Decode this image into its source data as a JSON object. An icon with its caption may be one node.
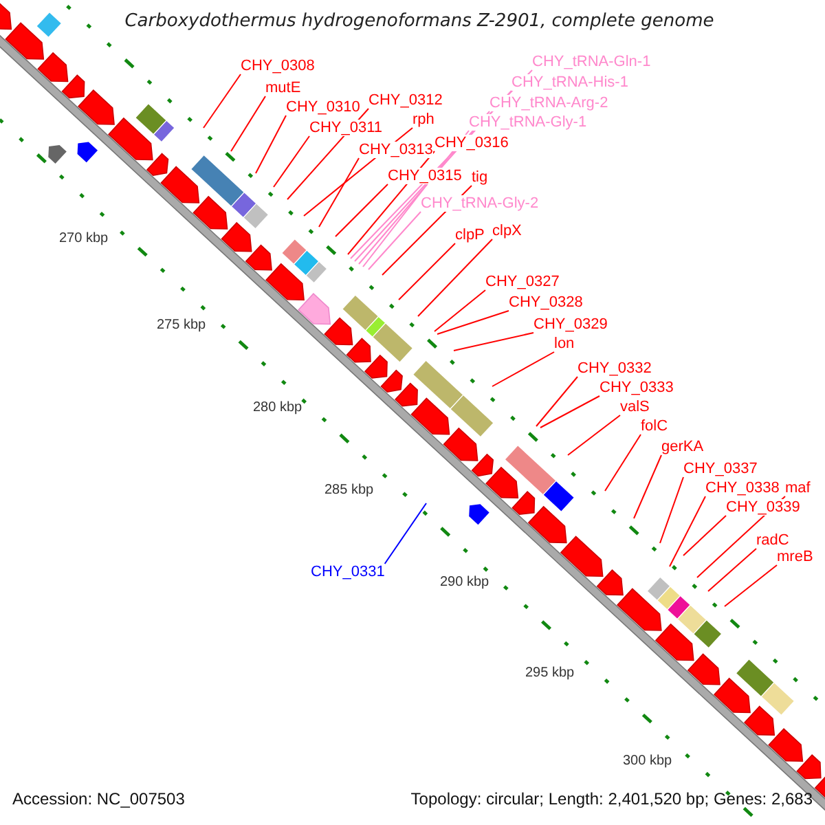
{
  "diagram": {
    "title": "Carboxydothermus hydrogenoformans Z-2901, complete genome",
    "nodes": [
      {
        "text": [
          "CHY_tRNA-Gln-1"
        ]
      },
      {
        "text": [
          "CHY_0308"
        ]
      },
      {
        "text": [
          "CHY_tRNA-His-1"
        ]
      },
      {
        "text": [
          "mutE"
        ]
      },
      {
        "text": [
          "CHY_0312"
        ]
      },
      {
        "text": [
          "CHY_tRNA-Arg-2"
        ]
      },
      {
        "text": [
          "CHY_0310"
        ]
      },
      {
        "text": [
          "rph"
        ]
      },
      {
        "text": [
          "CHY_tRNA-Gly-1"
        ]
      },
      {
        "text": [
          "CHY_0311"
        ]
      },
      {
        "text": [
          "CHY_0316"
        ]
      },
      {
        "text": [
          "CHY_0313"
        ]
      },
      {
        "text": [
          "CHY_0315"
        ]
      },
      {
        "text": [
          "tig"
        ]
      },
      {
        "text": [
          "CHY_tRNA-Gly-2"
        ]
      },
      {
        "text": [
          "clpX"
        ]
      },
      {
        "text": [
          "clpP"
        ]
      },
      {
        "text": [
          "CHY_0327"
        ]
      },
      {
        "text": [
          "CHY_0328"
        ]
      },
      {
        "text": [
          "CHY_0329"
        ]
      },
      {
        "text": [
          "lon"
        ]
      },
      {
        "text": [
          "CHY_0332"
        ]
      },
      {
        "text": [
          "CHY_0333"
        ]
      },
      {
        "text": [
          "valS"
        ]
      },
      {
        "text": [
          "folC"
        ]
      },
      {
        "text": [
          "gerKA"
        ]
      },
      {
        "text": [
          "CHY_0337"
        ]
      },
      {
        "text": [
          "CHY_0338"
        ]
      },
      {
        "text": [
          "maf"
        ]
      },
      {
        "text": [
          "CHY_0339"
        ]
      },
      {
        "text": [
          "radC"
        ]
      },
      {
        "text": [
          "mreB"
        ]
      },
      {
        "text": [
          "CHY_0331"
        ]
      }
    ],
    "edges": [
      {
        "from": 0,
        "to": null,
        "arrow": "none",
        "color": "#ff88cc"
      },
      {
        "from": 1,
        "to": null,
        "arrow": "none"
      },
      {
        "from": 2,
        "to": null,
        "arrow": "none",
        "color": "#ff88cc"
      },
      {
        "from": 3,
        "to": null,
        "arrow": "none"
      },
      {
        "from": 4,
        "to": null,
        "arrow": "none"
      },
      {
        "from": 5,
        "to": null,
        "arrow": "none",
        "color": "#ff88cc"
      },
      {
        "from": 6,
        "to": null,
        "arrow": "none"
      },
      {
        "from": 7,
        "to": null,
        "arrow": "none"
      },
      {
        "from": 8,
        "to": null,
        "arrow": "none",
        "color": "#ff88cc"
      },
      {
        "from": 9,
        "to": null,
        "arrow": "none"
      },
      {
        "from": 10,
        "to": null,
        "arrow": "none"
      },
      {
        "from": 11,
        "to": null,
        "arrow": "none"
      },
      {
        "from": 12,
        "to": null,
        "arrow": "none"
      },
      {
        "from": 13,
        "to": null,
        "arrow": "none"
      },
      {
        "from": 14,
        "to": null,
        "arrow": "none",
        "color": "#ff88cc"
      },
      {
        "from": 15,
        "to": null,
        "arrow": "none"
      },
      {
        "from": 16,
        "to": null,
        "arrow": "none"
      },
      {
        "from": 17,
        "to": null,
        "arrow": "none"
      },
      {
        "from": 18,
        "to": null,
        "arrow": "none"
      },
      {
        "from": 19,
        "to": null,
        "arrow": "none"
      },
      {
        "from": 20,
        "to": null,
        "arrow": "none"
      },
      {
        "from": 21,
        "to": null,
        "arrow": "none"
      },
      {
        "from": 22,
        "to": null,
        "arrow": "none"
      },
      {
        "from": 23,
        "to": null,
        "arrow": "none"
      },
      {
        "from": 24,
        "to": null,
        "arrow": "none"
      },
      {
        "from": 25,
        "to": null,
        "arrow": "none"
      },
      {
        "from": 26,
        "to": null,
        "arrow": "none"
      },
      {
        "from": 27,
        "to": null,
        "arrow": "none"
      },
      {
        "from": 28,
        "to": null,
        "arrow": "none"
      },
      {
        "from": 29,
        "to": null,
        "arrow": "none"
      },
      {
        "from": 30,
        "to": null,
        "arrow": "none"
      },
      {
        "from": 31,
        "to": null,
        "arrow": "none"
      },
      {
        "from": 32,
        "to": null,
        "arrow": "none",
        "color": "#0000ff"
      }
    ],
    "labels": [
      "270 kbp",
      "275 kbp",
      "280 kbp",
      "285 kbp",
      "290 kbp",
      "295 kbp",
      "300 kbp",
      "Accession: NC_007503",
      "Topology: circular; Length: 2,401,520 bp; Genes: 2,683"
    ]
  }
}
